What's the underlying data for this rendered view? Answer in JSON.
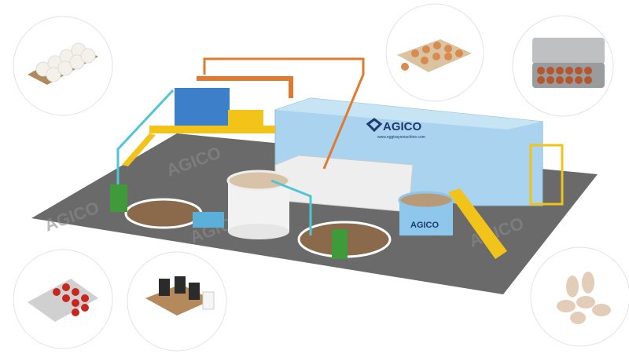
{
  "brand": {
    "name": "AGICO",
    "website": "www.eggtraysmachine.com",
    "watermark": "AGICO",
    "colors": {
      "machine_blue": "#a9d3ee",
      "floor": "#6b6b6b",
      "pipe_orange": "#e07a2e",
      "pipe_cyan": "#4fc6d6",
      "frame_yellow": "#f2c318",
      "tank_green": "#3f9b3a"
    }
  },
  "product_thumbnails": [
    {
      "name": "egg-tray-white-eggs"
    },
    {
      "name": "egg-tray-brown-eggs"
    },
    {
      "name": "egg-carton-brown-eggs"
    },
    {
      "name": "apple-tray"
    },
    {
      "name": "cup-carrier"
    },
    {
      "name": "shoe-inserts"
    }
  ]
}
